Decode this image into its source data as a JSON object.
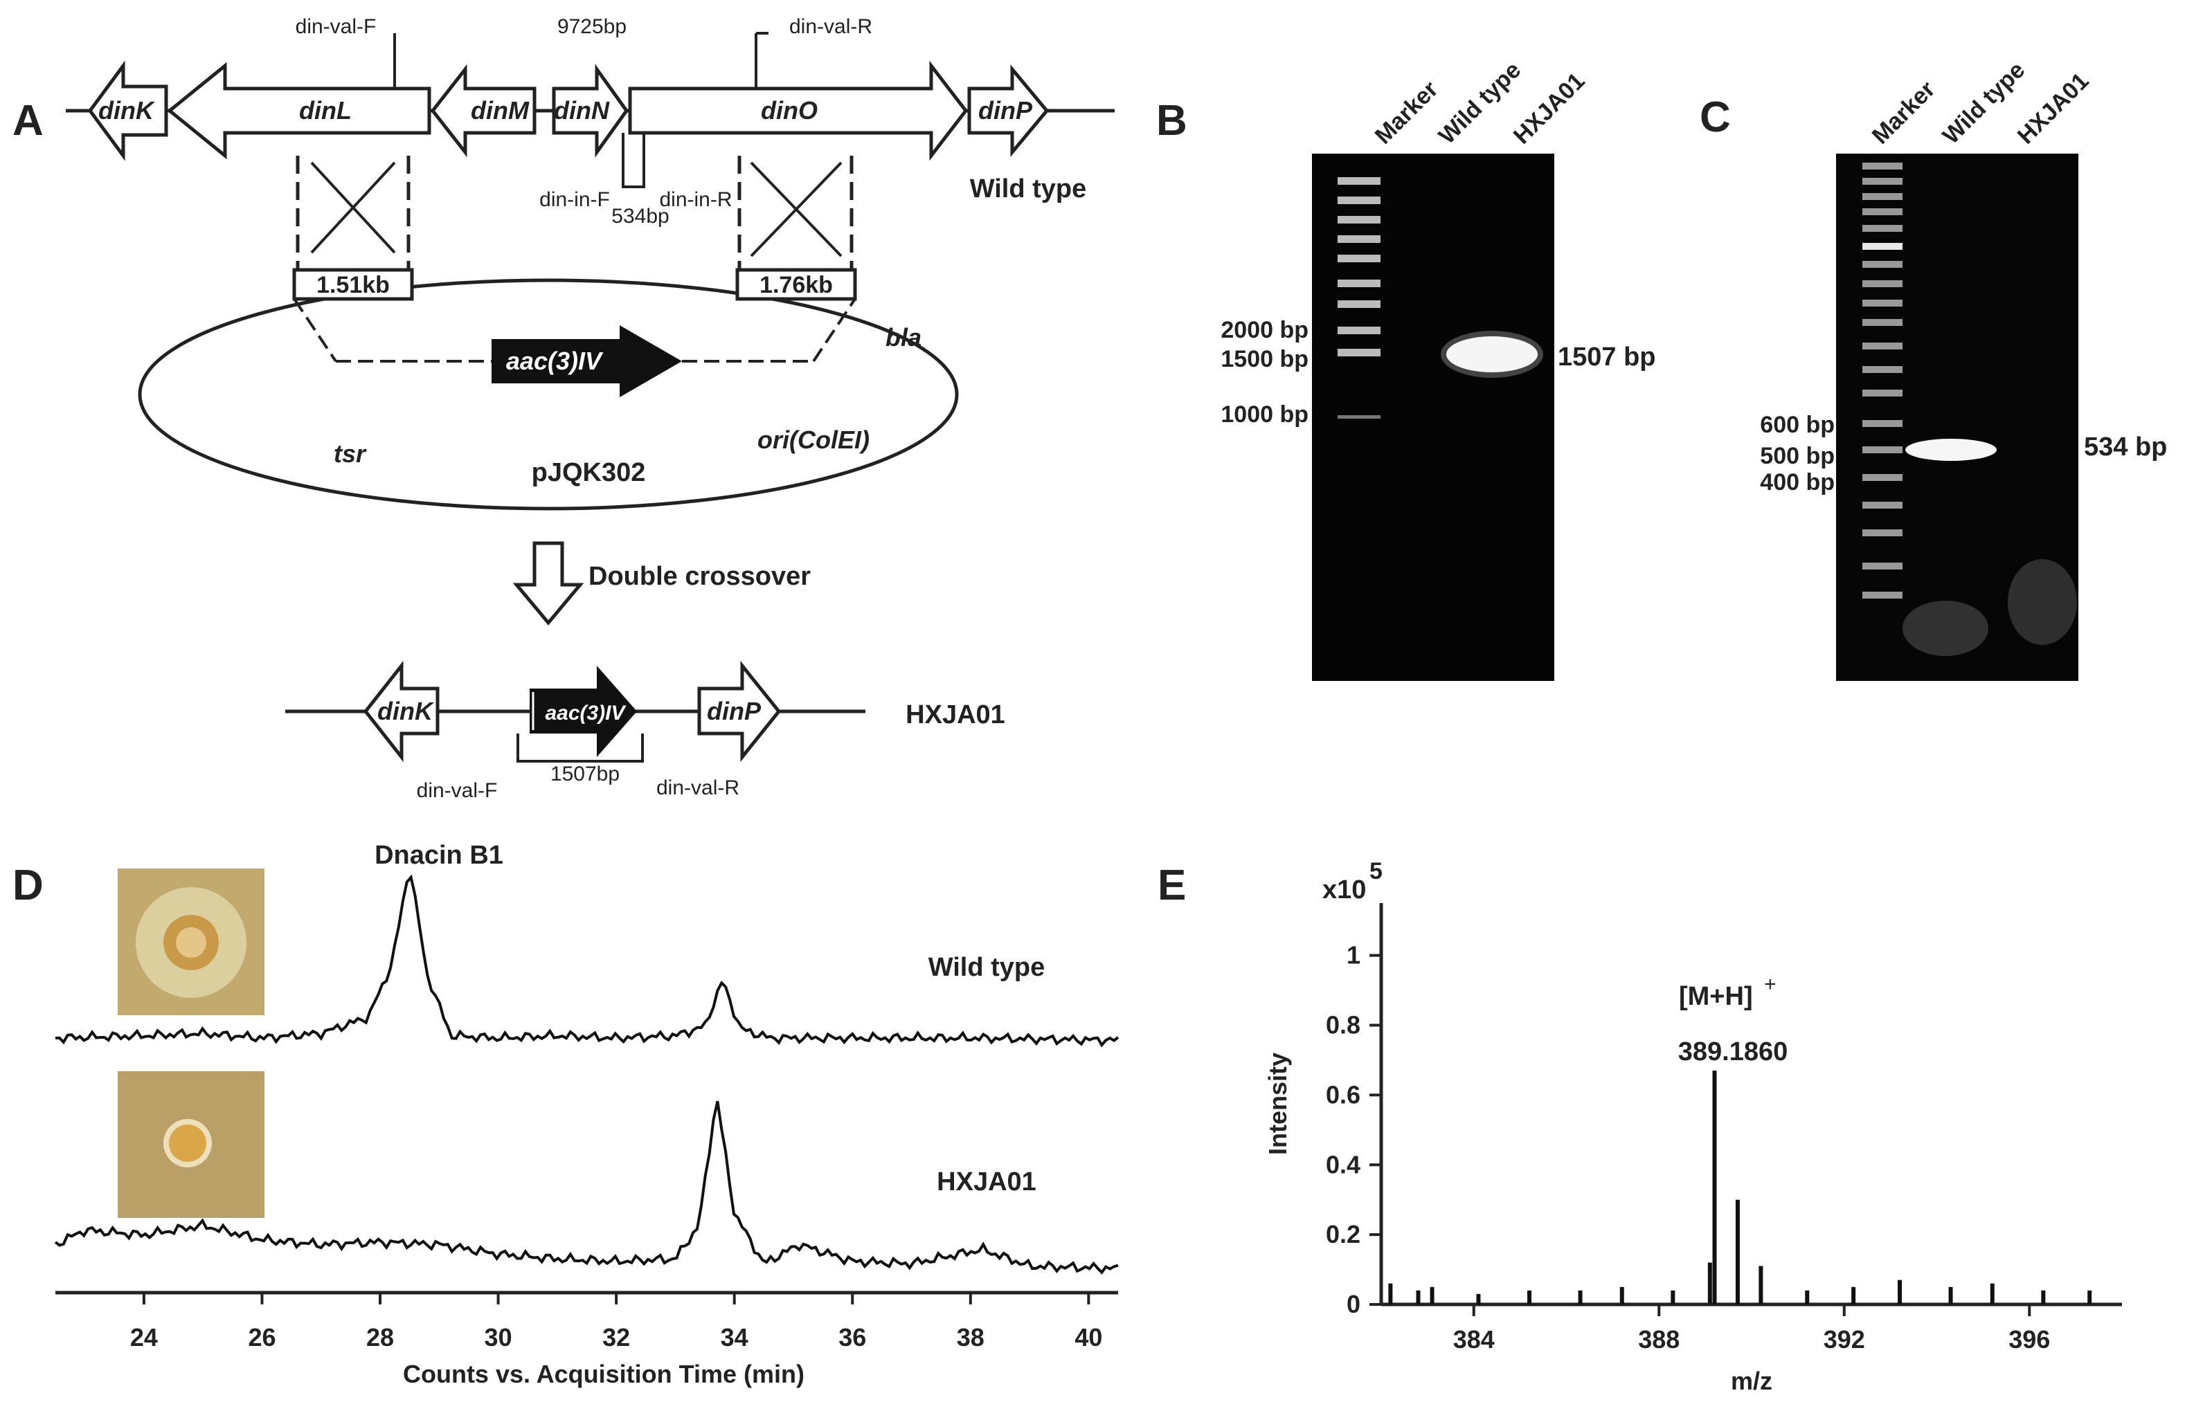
{
  "panels": {
    "A": {
      "label": "A",
      "genes": [
        "dinK",
        "dinL",
        "dinM",
        "dinN",
        "dinO",
        "dinP"
      ],
      "primer_val_f": "din-val-F",
      "primer_val_r": "din-val-R",
      "size_total": "9725bp",
      "primer_in_f": "din-in-F",
      "primer_in_r": "din-in-R",
      "size_in": "534bp",
      "wild_type": "Wild type",
      "arm_left": "1.51kb",
      "arm_right": "1.76kb",
      "resistance": "aac(3)IV",
      "bla": "bla",
      "tsr": "tsr",
      "ori": "ori(ColEI)",
      "plasmid": "pJQK302",
      "process": "Double crossover",
      "mutant_gene_left": "dinK",
      "mutant_gene_right": "dinP",
      "mutant_name": "HXJA01",
      "mutant_size": "1507bp"
    },
    "B": {
      "label": "B",
      "lanes": [
        "Marker",
        "Wild type",
        "HXJA01"
      ],
      "ladder": [
        "2000 bp",
        "1500 bp",
        "1000 bp"
      ],
      "band": "1507 bp"
    },
    "C": {
      "label": "C",
      "lanes": [
        "Marker",
        "Wild type",
        "HXJA01"
      ],
      "ladder": [
        "600 bp",
        "500 bp",
        "400 bp"
      ],
      "band": "534 bp"
    },
    "D": {
      "label": "D",
      "peak_label": "Dnacin B1",
      "trace_top": "Wild type",
      "trace_bottom": "HXJA01",
      "xlabel": "Counts vs. Acquisition Time (min)"
    },
    "E": {
      "label": "E",
      "multiplier": "x10",
      "multiplier_exp": "5",
      "ion": "[M+H]",
      "ion_sup": "+",
      "mz_value": "389.1860",
      "ylabel": "Intensity",
      "xlabel": "m/z"
    }
  },
  "chart_data": [
    {
      "type": "line",
      "panel": "D",
      "xlabel": "Counts vs. Acquisition Time (min)",
      "x_ticks": [
        24,
        26,
        28,
        30,
        32,
        34,
        36,
        38,
        40
      ],
      "xlim": [
        22.5,
        40.5
      ],
      "series": [
        {
          "name": "Wild type",
          "x": [
            22.5,
            24.0,
            25.0,
            26.0,
            27.0,
            27.8,
            28.2,
            28.5,
            28.8,
            29.2,
            30.0,
            31.0,
            32.0,
            33.0,
            33.5,
            33.8,
            34.1,
            34.6,
            36.0,
            38.0,
            40.5
          ],
          "y": [
            0.03,
            0.04,
            0.05,
            0.03,
            0.05,
            0.12,
            0.35,
            0.78,
            0.3,
            0.04,
            0.03,
            0.04,
            0.03,
            0.04,
            0.08,
            0.28,
            0.07,
            0.03,
            0.03,
            0.03,
            0.02
          ]
        },
        {
          "name": "HXJA01",
          "x": [
            22.5,
            23.0,
            24.0,
            25.0,
            26.0,
            27.0,
            28.0,
            29.0,
            30.0,
            31.0,
            32.0,
            33.0,
            33.4,
            33.7,
            34.0,
            34.5,
            35.1,
            36.0,
            37.0,
            38.2,
            39.0,
            40.5
          ],
          "y": [
            0.12,
            0.18,
            0.16,
            0.2,
            0.14,
            0.12,
            0.13,
            0.12,
            0.08,
            0.06,
            0.05,
            0.06,
            0.2,
            0.74,
            0.25,
            0.04,
            0.12,
            0.05,
            0.04,
            0.1,
            0.03,
            0.02
          ]
        }
      ]
    },
    {
      "type": "bar",
      "panel": "E",
      "xlabel": "m/z",
      "ylabel": "Intensity",
      "y_ticks": [
        0,
        0.2,
        0.4,
        0.6,
        0.8,
        1
      ],
      "x_ticks": [
        384,
        388,
        392,
        396
      ],
      "xlim": [
        382,
        398
      ],
      "ylim": [
        0,
        1.15
      ],
      "peaks": {
        "mz": [
          382.2,
          382.8,
          383.1,
          384.1,
          385.2,
          386.3,
          387.2,
          388.3,
          389.1,
          389.2,
          389.7,
          390.2,
          391.2,
          392.2,
          393.2,
          394.3,
          395.2,
          396.3,
          397.3
        ],
        "intensity": [
          0.06,
          0.04,
          0.05,
          0.03,
          0.04,
          0.04,
          0.05,
          0.04,
          0.12,
          0.67,
          0.3,
          0.11,
          0.04,
          0.05,
          0.07,
          0.05,
          0.06,
          0.04,
          0.04
        ]
      }
    }
  ]
}
